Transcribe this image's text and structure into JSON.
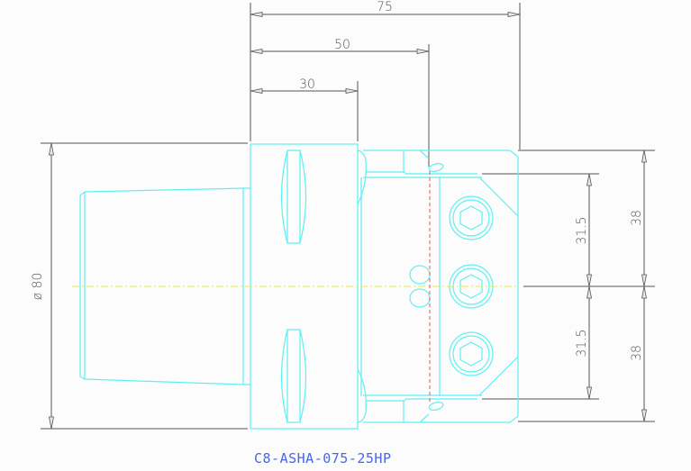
{
  "drawing": {
    "part_number": "C8-ASHA-075-25HP",
    "colors": {
      "geometry": "#5ff0f2",
      "dimension": "#555555",
      "centerline": "#e9e94a",
      "section_line": "#f05050",
      "label": "#4466ee",
      "background": "#fbfcfb"
    },
    "dimensions": {
      "length_75": "75",
      "length_50": "50",
      "length_30": "30",
      "diameter": "ø 80",
      "upper_31_5": "31.5",
      "lower_31_5": "31.5",
      "upper_38": "38",
      "lower_38": "38"
    },
    "features": {
      "screws": 3,
      "pins": 2
    }
  }
}
